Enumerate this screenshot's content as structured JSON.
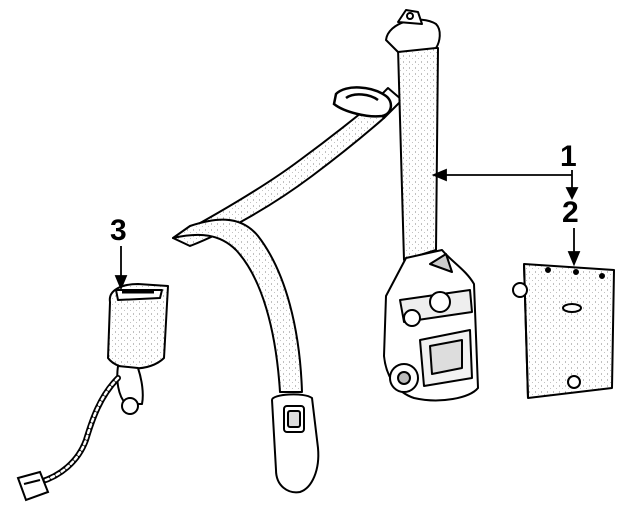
{
  "diagram": {
    "callouts": [
      {
        "label": "1",
        "part": "retractor-and-belt-assembly"
      },
      {
        "label": "2",
        "part": "cover-plate"
      },
      {
        "label": "3",
        "part": "buckle-assembly"
      }
    ],
    "colors": {
      "line": "#000000",
      "fill": "#ffffff",
      "shade": "#d8d8d8"
    }
  }
}
